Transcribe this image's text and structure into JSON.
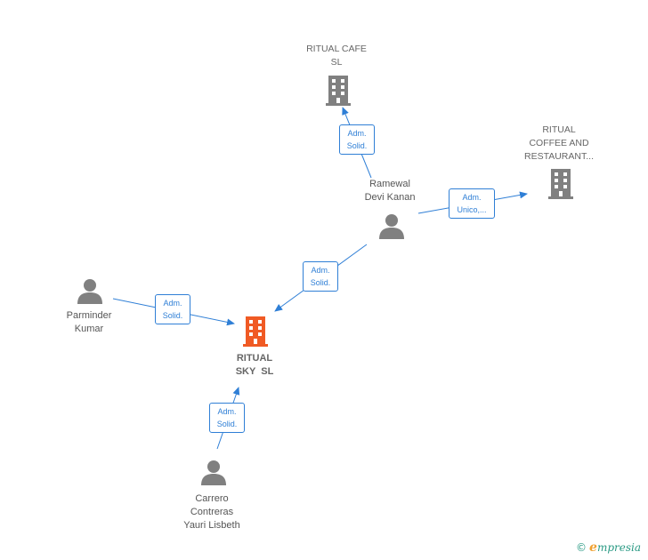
{
  "diagram": {
    "colors": {
      "edge": "#2f7fd6",
      "person": "#808080",
      "company": "#808080",
      "main_company": "#f05a24"
    },
    "nodes": {
      "ritual_cafe": {
        "line1": "RITUAL CAFE",
        "line2": "SL",
        "icon": "building-icon"
      },
      "ritual_coffee": {
        "line1": "RITUAL",
        "line2": "COFFEE AND",
        "line3": "RESTAURANT...",
        "icon": "building-icon"
      },
      "ramewal": {
        "line1": "Ramewal",
        "line2": "Devi Kanan",
        "icon": "person-icon"
      },
      "parminder": {
        "line1": "Parminder",
        "line2": "Kumar",
        "icon": "person-icon"
      },
      "ritual_sky": {
        "line1": "RITUAL",
        "line2": "SKY  SL",
        "icon": "building-icon"
      },
      "carrero": {
        "line1": "Carrero",
        "line2": "Contreras",
        "line3": "Yauri Lisbeth",
        "icon": "person-icon"
      }
    },
    "edges": {
      "ramewal_to_cafe": {
        "line1": "Adm.",
        "line2": "Solid."
      },
      "ramewal_to_coffee": {
        "line1": "Adm.",
        "line2": "Unico,..."
      },
      "ramewal_to_sky": {
        "line1": "Adm.",
        "line2": "Solid."
      },
      "parminder_to_sky": {
        "line1": "Adm.",
        "line2": "Solid."
      },
      "carrero_to_sky": {
        "line1": "Adm.",
        "line2": "Solid."
      }
    }
  },
  "brand": {
    "copyright": "©",
    "initial": "e",
    "rest": "mpresia"
  }
}
